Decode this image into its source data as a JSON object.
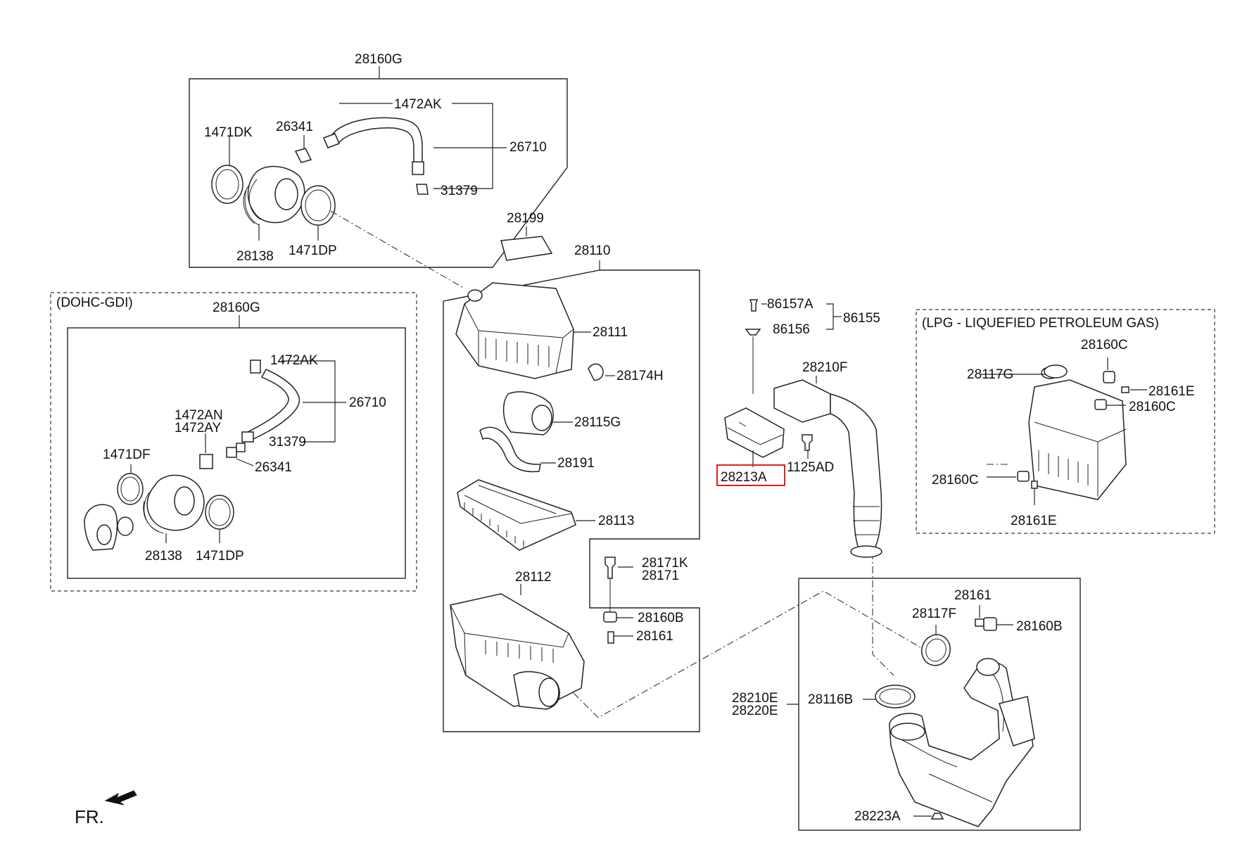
{
  "orientation_label": "FR.",
  "highlighted_part": "28213A",
  "notes": {
    "dohc_gdi": "(DOHC-GDI)",
    "lpg": "(LPG - LIQUEFIED PETROLEUM GAS)"
  },
  "labels": {
    "top_28160G": "28160G",
    "top_1472AK": "1472AK",
    "top_26341": "26341",
    "top_1471DK": "1471DK",
    "top_26710": "26710",
    "top_31379": "31379",
    "top_28138": "28138",
    "top_1471DP": "1471DP",
    "p28199": "28199",
    "p28110": "28110",
    "g_28160G": "28160G",
    "g_1472AK": "1472AK",
    "g_26710": "26710",
    "g_1472AN": "1472AN",
    "g_1472AY": "1472AY",
    "g_31379": "31379",
    "g_1471DF": "1471DF",
    "g_26341": "26341",
    "g_28138": "28138",
    "g_1471DP": "1471DP",
    "p28111": "28111",
    "p28174H": "28174H",
    "p28115G": "28115G",
    "p28191": "28191",
    "p28113": "28113",
    "p28112": "28112",
    "p28171K": "28171K",
    "p28171": "28171",
    "p28160B_a": "28160B",
    "p28161_a": "28161",
    "p86157A": "86157A",
    "p86156": "86156",
    "p86155": "86155",
    "p28210F": "28210F",
    "p28213A": "28213A",
    "p1125AD": "1125AD",
    "l_28160C_a": "28160C",
    "l_28117G": "28117G",
    "l_28161E_a": "28161E",
    "l_28160C_b": "28160C",
    "l_28160C_c": "28160C",
    "l_28161E_b": "28161E",
    "p28161_b": "28161",
    "p28117F": "28117F",
    "p28160B_b": "28160B",
    "p28210E": "28210E",
    "p28220E": "28220E",
    "p28116B": "28116B",
    "p28223A": "28223A"
  }
}
